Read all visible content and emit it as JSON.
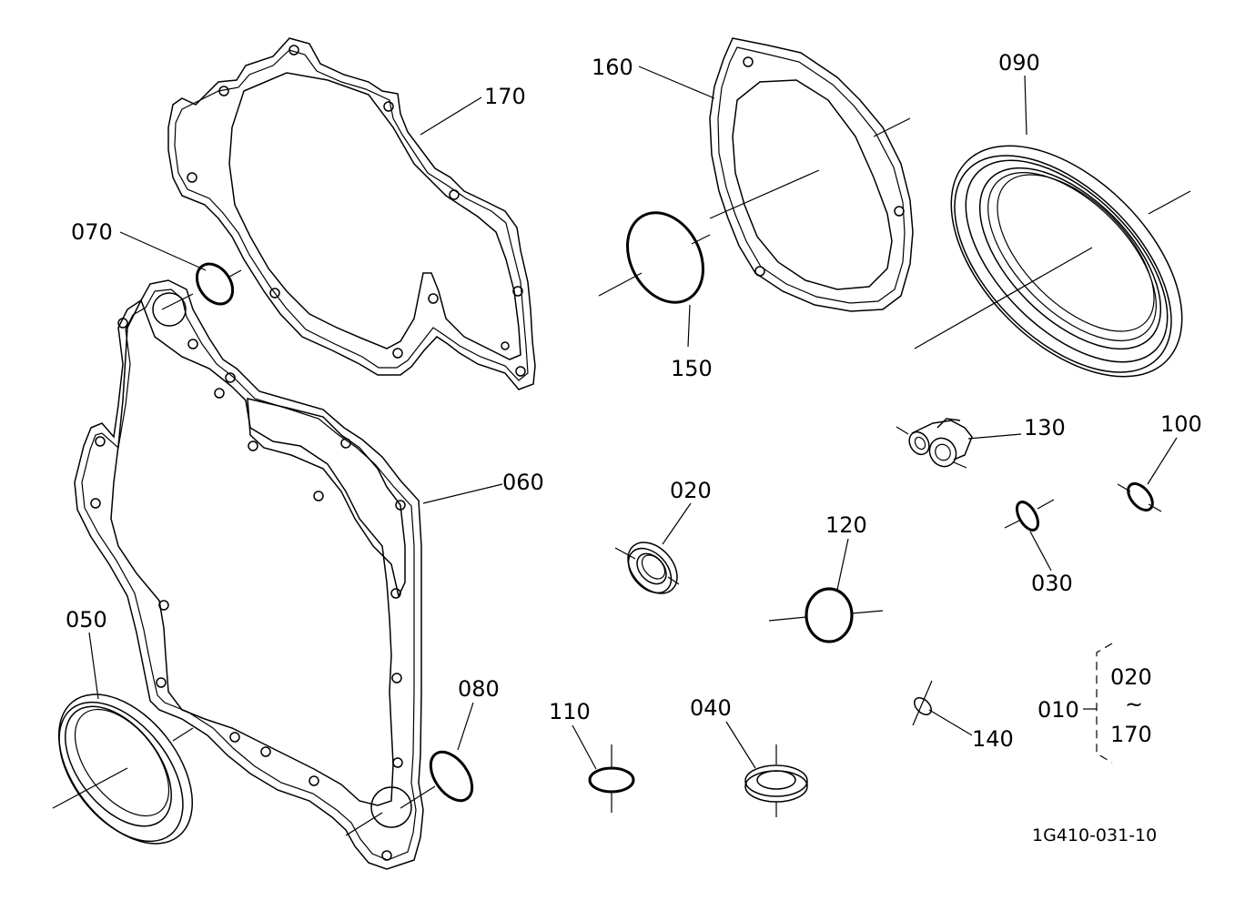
{
  "parts": {
    "p170": "170",
    "p160": "160",
    "p090": "090",
    "p070": "070",
    "p150": "150",
    "p130": "130",
    "p100": "100",
    "p060": "060",
    "p020": "020",
    "p120": "120",
    "p030": "030",
    "p050": "050",
    "p080": "080",
    "p110": "110",
    "p040": "040",
    "p140": "140",
    "p010": "010"
  },
  "kit_bracket": {
    "from": "020",
    "tilde": "~",
    "to": "170"
  },
  "drawing_code": "1G410-031-10"
}
